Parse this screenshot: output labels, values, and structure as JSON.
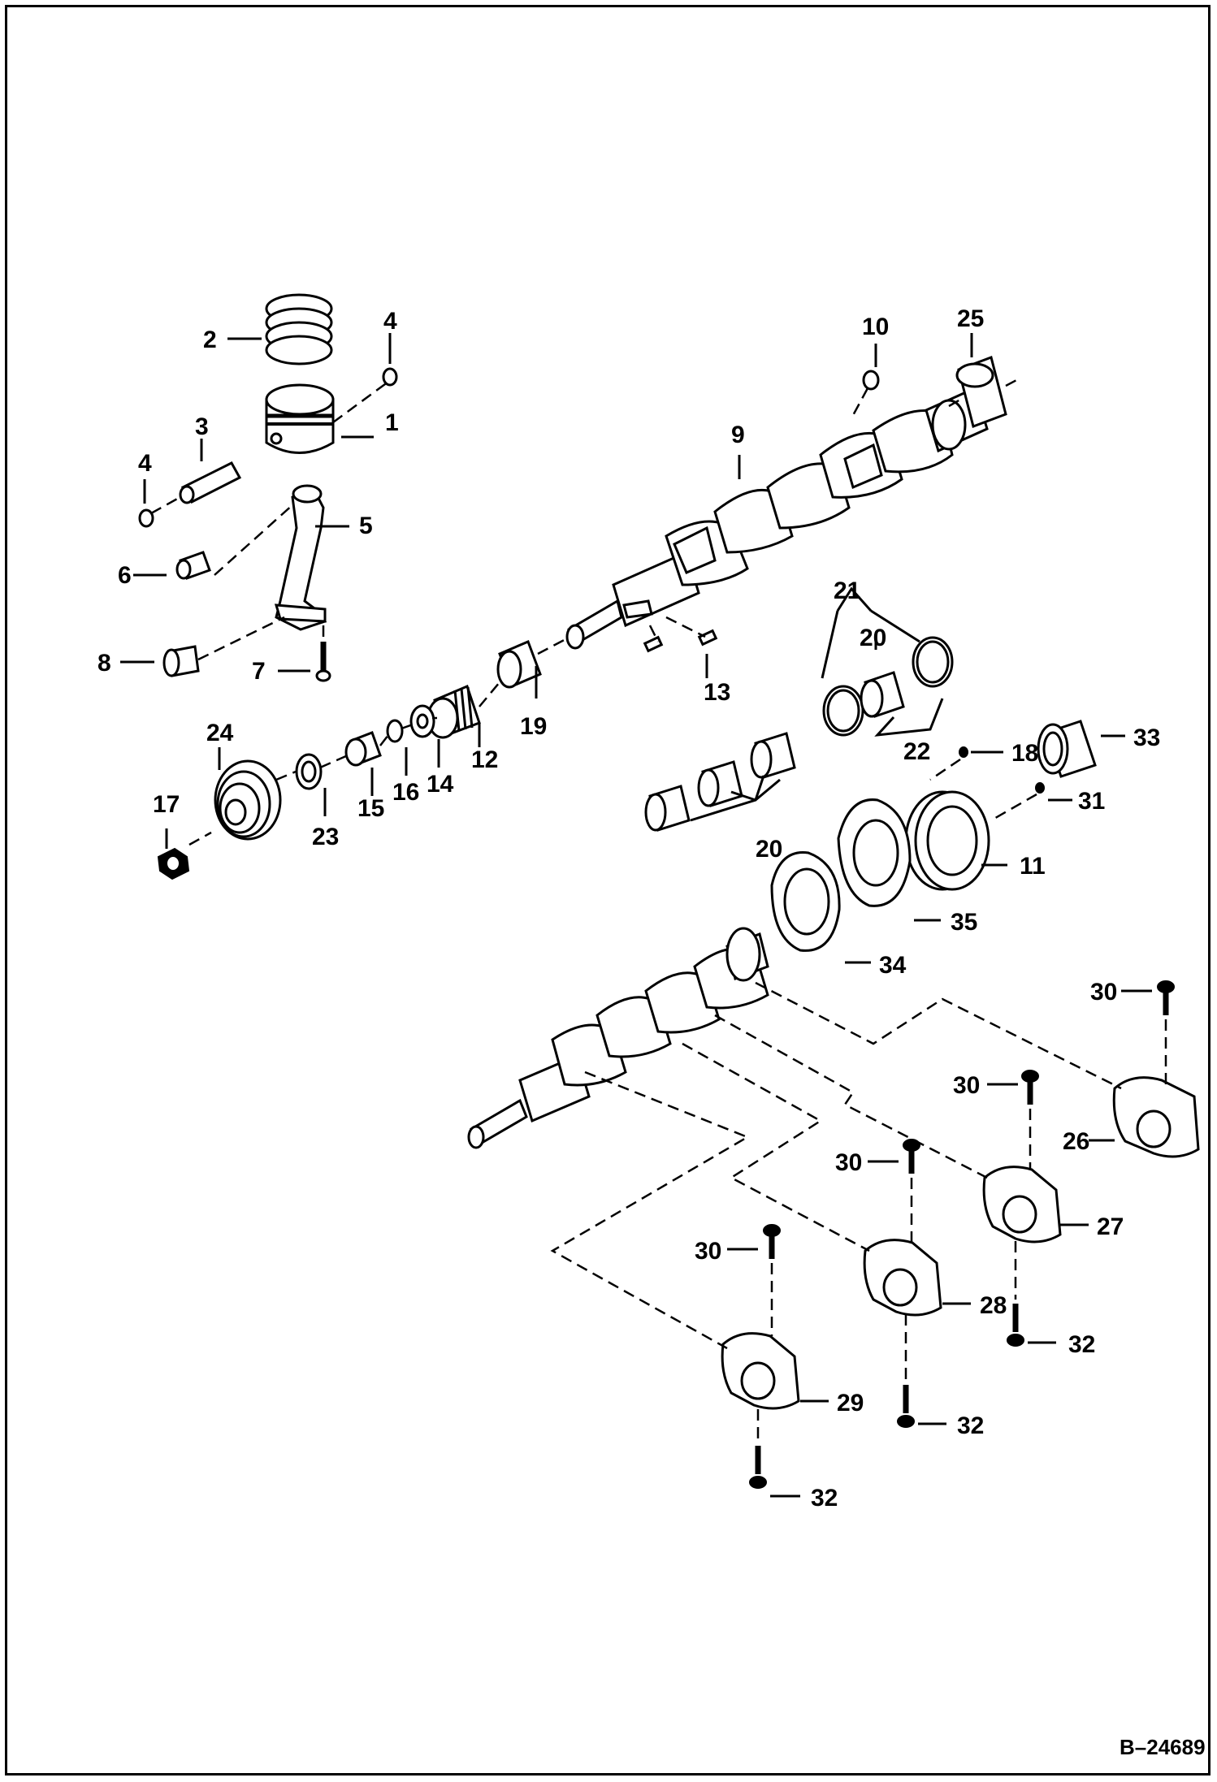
{
  "figure_ref": "B–24689",
  "callouts": [
    "1",
    "2",
    "3",
    "4",
    "4",
    "5",
    "6",
    "7",
    "8",
    "9",
    "10",
    "11",
    "12",
    "13",
    "14",
    "15",
    "16",
    "17",
    "18",
    "19",
    "20",
    "20",
    "21",
    "22",
    "23",
    "24",
    "25",
    "26",
    "27",
    "28",
    "29",
    "30",
    "30",
    "30",
    "30",
    "31",
    "32",
    "32",
    "32",
    "33",
    "34",
    "35"
  ]
}
